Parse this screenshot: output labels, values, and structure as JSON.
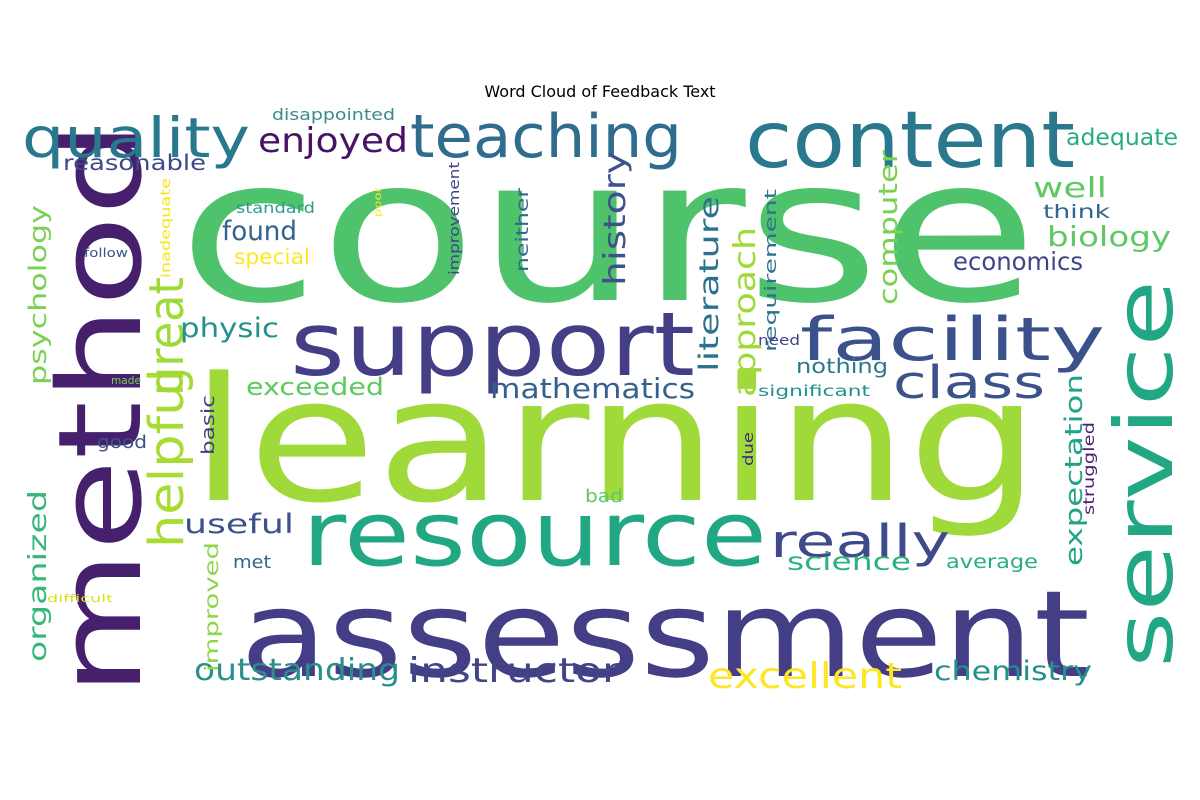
{
  "title": "Word Cloud of Feedback Text",
  "words": [
    {
      "text": "course",
      "color": "#4ec36b"
    },
    {
      "text": "learning",
      "color": "#9fda3a"
    },
    {
      "text": "assessment",
      "color": "#433e85"
    },
    {
      "text": "method",
      "color": "#46206d"
    },
    {
      "text": "content",
      "color": "#2a788e"
    },
    {
      "text": "support",
      "color": "#433e85"
    },
    {
      "text": "resource",
      "color": "#22a785"
    },
    {
      "text": "service",
      "color": "#22a785"
    },
    {
      "text": "teaching",
      "color": "#2f6c8e"
    },
    {
      "text": "quality",
      "color": "#2a788e"
    },
    {
      "text": "facility",
      "color": "#3b518b"
    },
    {
      "text": "helpful",
      "color": "#a8db34"
    },
    {
      "text": "great",
      "color": "#a0da39"
    },
    {
      "text": "class",
      "color": "#3b528b"
    },
    {
      "text": "really",
      "color": "#3e4a89"
    },
    {
      "text": "excellent",
      "color": "#fde725"
    },
    {
      "text": "instructor",
      "color": "#414487"
    },
    {
      "text": "outstanding",
      "color": "#2a8f8c"
    },
    {
      "text": "enjoyed",
      "color": "#471365"
    },
    {
      "text": "mathematics",
      "color": "#34618d"
    },
    {
      "text": "approach",
      "color": "#a0da39"
    },
    {
      "text": "history",
      "color": "#3b528b"
    },
    {
      "text": "literature",
      "color": "#2c728e"
    },
    {
      "text": "computer",
      "color": "#7ad151"
    },
    {
      "text": "biology",
      "color": "#5ec962"
    },
    {
      "text": "economics",
      "color": "#414487"
    },
    {
      "text": "chemistry",
      "color": "#21918c"
    },
    {
      "text": "well",
      "color": "#5ec962"
    },
    {
      "text": "found",
      "color": "#33638d"
    },
    {
      "text": "science",
      "color": "#2db27d"
    },
    {
      "text": "physic",
      "color": "#21918c"
    },
    {
      "text": "exceeded",
      "color": "#5ec962"
    },
    {
      "text": "useful",
      "color": "#3b528b"
    },
    {
      "text": "expectation",
      "color": "#20a386"
    },
    {
      "text": "psychology",
      "color": "#7ad151"
    },
    {
      "text": "organized",
      "color": "#35b779"
    },
    {
      "text": "reasonable",
      "color": "#3e4989"
    },
    {
      "text": "adequate",
      "color": "#27ad81"
    },
    {
      "text": "special",
      "color": "#fde725"
    },
    {
      "text": "improved",
      "color": "#8ed645"
    },
    {
      "text": "think",
      "color": "#31678e"
    },
    {
      "text": "nothing",
      "color": "#2a788e"
    },
    {
      "text": "average",
      "color": "#27ad81"
    },
    {
      "text": "neither",
      "color": "#30698e"
    },
    {
      "text": "requirement",
      "color": "#2c728e"
    },
    {
      "text": "disappointed",
      "color": "#3b8b8c"
    },
    {
      "text": "struggled",
      "color": "#482173"
    },
    {
      "text": "improvement",
      "color": "#414487"
    },
    {
      "text": "good",
      "color": "#3b528b"
    },
    {
      "text": "basic",
      "color": "#433e85"
    },
    {
      "text": "met",
      "color": "#31688e"
    },
    {
      "text": "bad",
      "color": "#5ec962"
    },
    {
      "text": "due",
      "color": "#482878"
    },
    {
      "text": "need",
      "color": "#404588"
    },
    {
      "text": "significant",
      "color": "#21918c"
    },
    {
      "text": "standard",
      "color": "#2a9d8f"
    },
    {
      "text": "inadequate",
      "color": "#f4e61e"
    },
    {
      "text": "poor",
      "color": "#fde725"
    },
    {
      "text": "follow",
      "color": "#3b528b"
    },
    {
      "text": "made",
      "color": "#7ad151"
    },
    {
      "text": "difficult",
      "color": "#d8e219"
    }
  ]
}
